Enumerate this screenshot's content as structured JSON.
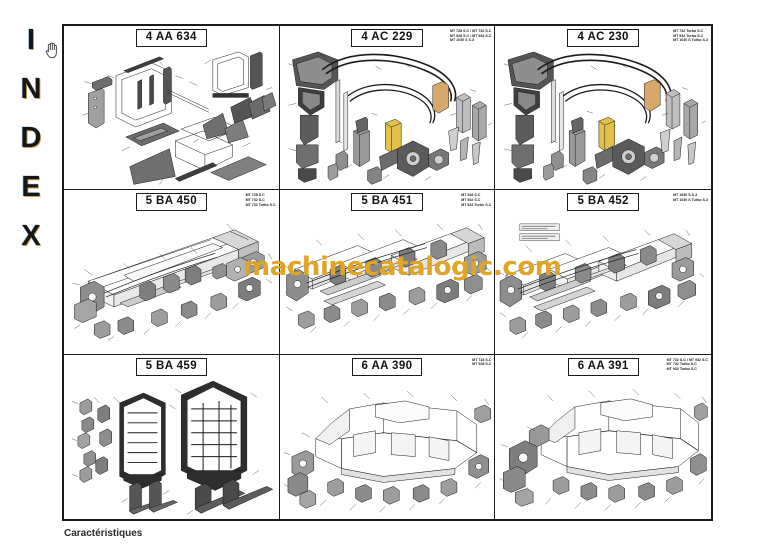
{
  "sidebar": {
    "label": "INDEX",
    "letters": [
      "I",
      "N",
      "D",
      "E",
      "X"
    ],
    "cursor_icon": "hand-cursor-icon"
  },
  "footer": {
    "caption": "Caractéristiques"
  },
  "watermark": {
    "text": "machinecatalogic.com",
    "color": "#e0a526"
  },
  "grid": {
    "rows": 3,
    "columns": 3,
    "cells": [
      {
        "code": "4 AA 634",
        "specs": [],
        "drawing": "forks-carriage-frame-assembly"
      },
      {
        "code": "4 AC 229",
        "specs": [
          "MT 728 S.C / MT 732 S.C",
          "MT 928 S.C / MT 932 S.C",
          "MT 1030 S S.3"
        ],
        "drawing": "engine-hydraulic-circuit-assembly"
      },
      {
        "code": "4 AC 230",
        "specs": [
          "MT 732 Turbo S.C",
          "MT 932 Turbo S.C",
          "MT 1030 S Turbo S.3"
        ],
        "drawing": "engine-hydraulic-circuit-turbo-assembly"
      },
      {
        "code": "5 BA 450",
        "specs": [
          "MT 728 S.C",
          "MT 732 S.C",
          "MT 732 Turbo S.C"
        ],
        "drawing": "telescopic-boom-assembly-728"
      },
      {
        "code": "5 BA 451",
        "specs": [
          "MT 928 S.C",
          "MT 932 S.C",
          "MT 932 Turbo S.C"
        ],
        "drawing": "telescopic-boom-assembly-928"
      },
      {
        "code": "5 BA 452",
        "specs": [
          "MT 1030 S S.3",
          "MT 1030 S Turbo S.3"
        ],
        "drawing": "telescopic-boom-assembly-1030"
      },
      {
        "code": "5 BA 459",
        "specs": [],
        "drawing": "fork-carriage-tines-assembly"
      },
      {
        "code": "6 AA 390",
        "specs": [
          "MT 728 S.C",
          "MT 928 S.C"
        ],
        "drawing": "chassis-frame-assembly-390"
      },
      {
        "code": "6 AA 391",
        "specs": [
          "MT 732 S.C / MT 932 S.C",
          "MT 732 Turbo S.C",
          "MT 932 Turbo S.C"
        ],
        "drawing": "chassis-frame-assembly-391"
      }
    ]
  }
}
